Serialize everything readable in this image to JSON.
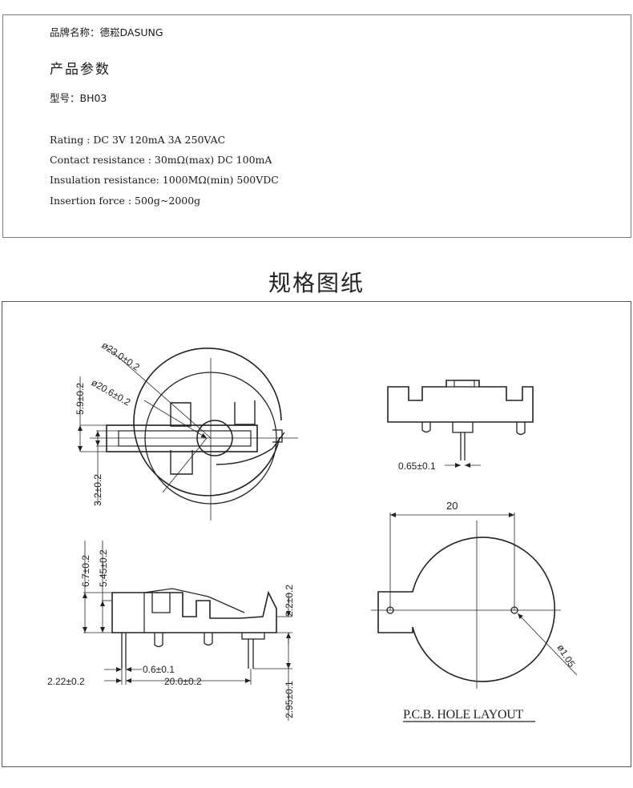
{
  "header": {
    "brand": "品牌名称：德崧DASUNG",
    "params_heading": "产品参数",
    "model": "型号：BH03"
  },
  "specs": [
    "Rating : DC 3V 120mA 3A 250VAC",
    "Contact resistance : 30mΩ(max) DC 100mA",
    "Insulation resistance: 1000MΩ(min) 500VDC",
    "Insertion force : 500g~2000g"
  ],
  "section_title": "规格图纸",
  "dimensions": {
    "dia_outer": "ø23.0±0.2",
    "dia_inner": "ø20.6±0.2",
    "d_5_9": "5.9±0.2",
    "d_3_2": "3.2±0.2",
    "d_0_65": "0.65±0.1",
    "d_20": "20",
    "d_6_7": "6.7±0.2",
    "d_5_45": "5.45±0.2",
    "d_2_2": "2.2±0.2",
    "d_2_22": "2.22±0.2",
    "d_0_6": "0.6±0.1",
    "d_20_0": "20.0±0.2",
    "d_2_95": "2.95±0.1",
    "d_hole": "ø1.05"
  },
  "pcb_label": "P.C.B. HOLE LAYOUT"
}
